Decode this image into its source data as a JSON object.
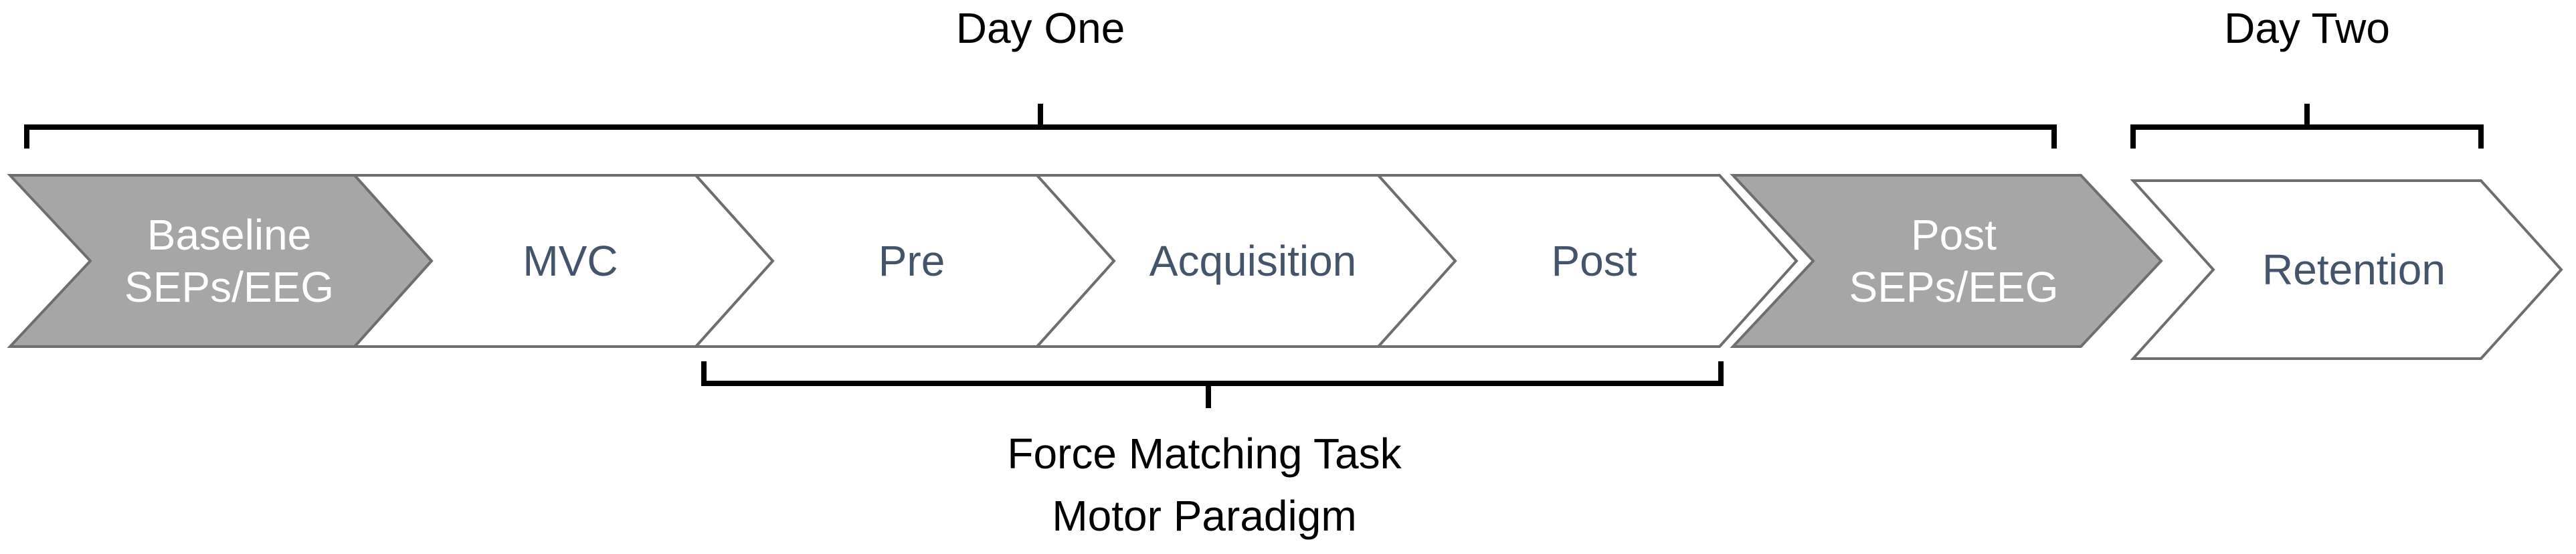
{
  "day_one": {
    "label": "Day One"
  },
  "day_two": {
    "label": "Day Two"
  },
  "steps": [
    {
      "line1": "Baseline",
      "line2": "SEPs/EEG",
      "shaded": true
    },
    {
      "line1": "MVC",
      "line2": "",
      "shaded": false
    },
    {
      "line1": "Pre",
      "line2": "",
      "shaded": false
    },
    {
      "line1": "Acquisition",
      "line2": "",
      "shaded": false
    },
    {
      "line1": "Post",
      "line2": "",
      "shaded": false
    },
    {
      "line1": "Post",
      "line2": "SEPs/EEG",
      "shaded": true
    },
    {
      "line1": "Retention",
      "line2": "",
      "shaded": false
    }
  ],
  "task": {
    "line1": "Force Matching Task",
    "line2": "Motor Paradigm"
  },
  "colors": {
    "shaded_fill": "#a6a6a6",
    "plain_fill": "#ffffff",
    "shaded_text": "#ffffff",
    "plain_text": "#44546a"
  }
}
